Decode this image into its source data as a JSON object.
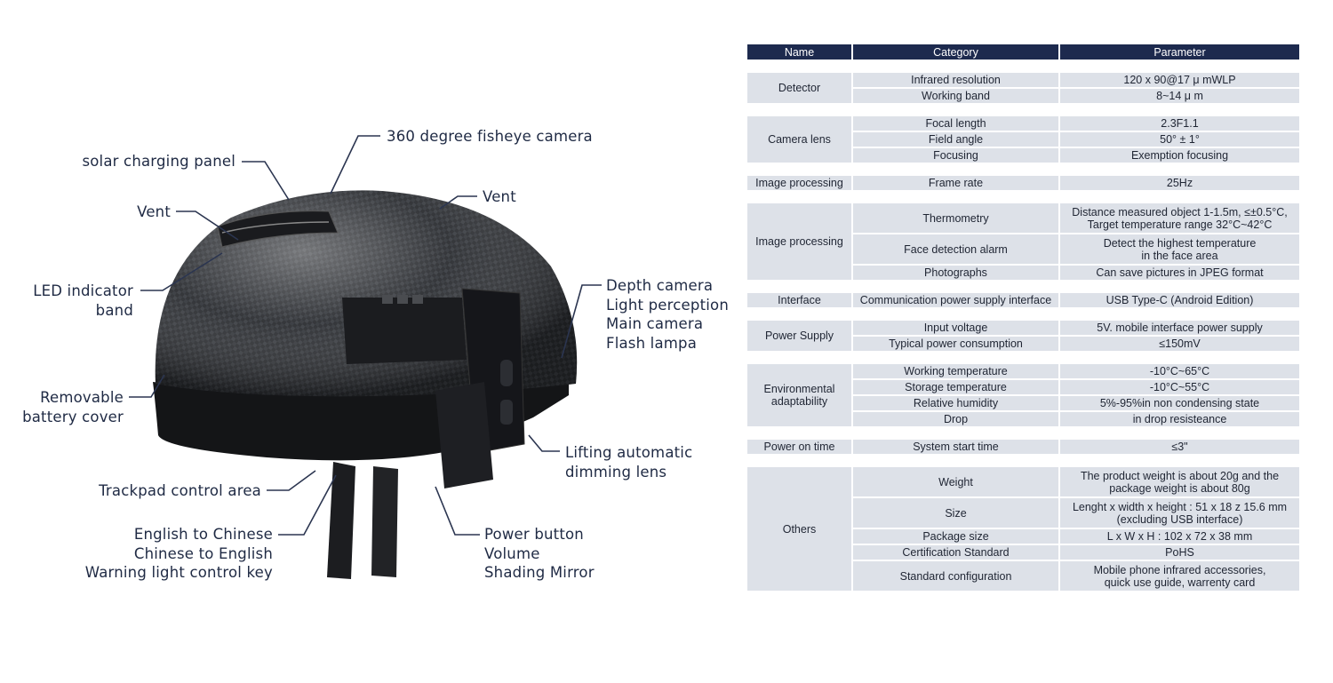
{
  "callouts": {
    "fisheye": "360 degree fisheye camera",
    "solar": "solar charging panel",
    "vent_right": "Vent",
    "vent_left": "Vent",
    "led": [
      "LED indicator",
      "band"
    ],
    "cameras": [
      "Depth camera",
      "Light perception",
      "Main camera",
      "Flash lampa"
    ],
    "battery": [
      "Removable",
      "battery cover"
    ],
    "lens": [
      "Lifting automatic",
      "dimming lens"
    ],
    "trackpad": "Trackpad control area",
    "keys": [
      "English to Chinese",
      "Chinese to English",
      "Warning light control key"
    ],
    "power": [
      "Power button",
      "Volume",
      "Shading Mirror"
    ]
  },
  "table": {
    "headers": [
      "Name",
      "Category",
      "Parameter"
    ],
    "groups": [
      {
        "name": "Detector",
        "rows": [
          {
            "category": "Infrared resolution",
            "parameter": [
              "120 x 90@17 μ mWLP"
            ]
          },
          {
            "category": "Working band",
            "parameter": [
              "8~14 μ m"
            ]
          }
        ]
      },
      {
        "name": "Camera lens",
        "rows": [
          {
            "category": "Focal length",
            "parameter": [
              "2.3F1.1"
            ]
          },
          {
            "category": "Field angle",
            "parameter": [
              "50° ± 1°"
            ]
          },
          {
            "category": "Focusing",
            "parameter": [
              "Exemption focusing"
            ]
          }
        ]
      },
      {
        "name": "Image processing",
        "rows": [
          {
            "category": "Frame rate",
            "parameter": [
              "25Hz"
            ]
          }
        ]
      },
      {
        "name": "Image processing",
        "rows": [
          {
            "category": "Thermometry",
            "parameter": [
              "Distance measured object 1-1.5m, ≤±0.5°C,",
              "Target temperature range 32°C~42°C"
            ]
          },
          {
            "category": "Face detection alarm",
            "parameter": [
              "Detect the highest temperature",
              "in the face area"
            ]
          },
          {
            "category": "Photographs",
            "parameter": [
              "Can save pictures in JPEG format"
            ]
          }
        ]
      },
      {
        "name": "Interface",
        "rows": [
          {
            "category": "Communication power supply interface",
            "parameter": [
              "USB Type-C (Android Edition)"
            ]
          }
        ]
      },
      {
        "name": "Power Supply",
        "rows": [
          {
            "category": "Input voltage",
            "parameter": [
              "5V. mobile interface power supply"
            ]
          },
          {
            "category": "Typical power consumption",
            "parameter": [
              "≤150mV"
            ]
          }
        ]
      },
      {
        "name": [
          "Environmental",
          "adaptability"
        ],
        "rows": [
          {
            "category": "Working temperature",
            "parameter": [
              "-10°C~65°C"
            ]
          },
          {
            "category": "Storage temperature",
            "parameter": [
              "-10°C~55°C"
            ]
          },
          {
            "category": "Relative humidity",
            "parameter": [
              "5%-95%in non condensing state"
            ]
          },
          {
            "category": "Drop",
            "parameter": [
              "in drop resisteance"
            ]
          }
        ]
      },
      {
        "name": "Power on time",
        "rows": [
          {
            "category": "System start time",
            "parameter": [
              "≤3\""
            ]
          }
        ]
      },
      {
        "name": "Others",
        "rows": [
          {
            "category": "Weight",
            "parameter": [
              "The product weight is about 20g and the",
              "package weight is about 80g"
            ]
          },
          {
            "category": "Size",
            "parameter": [
              "Lenght x width x height : 51 x 18 z 15.6 mm",
              "(excluding USB interface)"
            ]
          },
          {
            "category": "Package size",
            "parameter": [
              "L x W x H : 102 x 72 x 38 mm"
            ]
          },
          {
            "category": "Certification Standard",
            "parameter": [
              "PoHS"
            ]
          },
          {
            "category": "Standard configuration",
            "parameter": [
              "Mobile phone infrared accessories,",
              "quick use guide, warrenty card"
            ]
          }
        ]
      }
    ]
  }
}
